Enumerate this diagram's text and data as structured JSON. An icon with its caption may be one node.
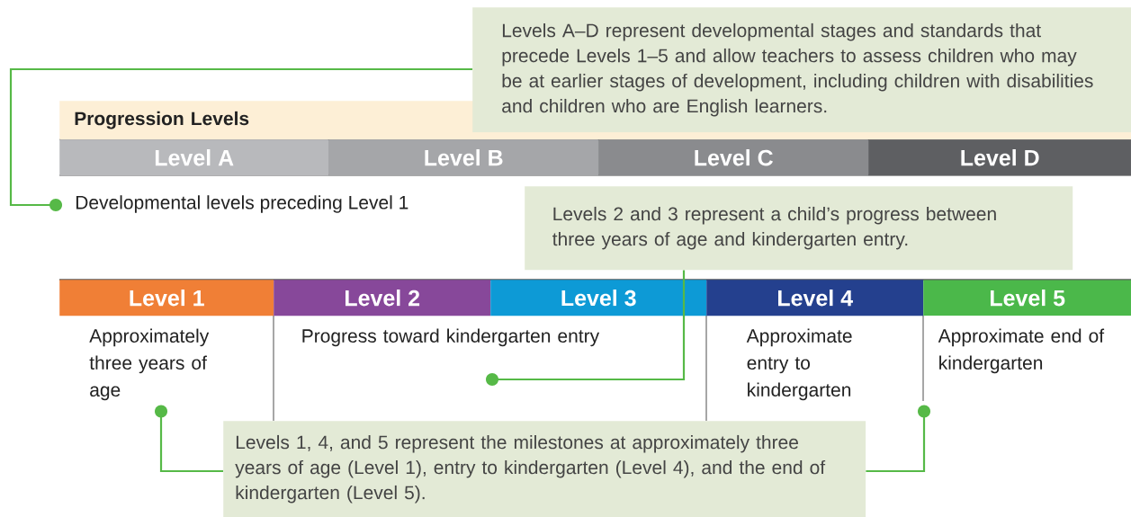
{
  "diagram": {
    "nodes": [
      {
        "text": [
          "Progression Levels"
        ]
      },
      {
        "text": [
          "Level A"
        ]
      },
      {
        "text": [
          "Level B"
        ]
      },
      {
        "text": [
          "Level C"
        ]
      },
      {
        "text": [
          "Level D"
        ]
      },
      {
        "text": [
          "Developmental levels preceding Level 1"
        ]
      },
      {
        "text": [
          "Levels A–D represent developmental stages and standards that precede Levels 1–5 and allow teachers to assess children who may be at earlier stages of development, including children with disabilities and children who are English learners."
        ]
      },
      {
        "text": [
          "Levels 2 and 3 represent a child’s progress between three years of age and kindergarten entry."
        ]
      },
      {
        "text": [
          "Level 1"
        ]
      },
      {
        "text": [
          "Level 2"
        ]
      },
      {
        "text": [
          "Level 3"
        ]
      },
      {
        "text": [
          "Level 4"
        ]
      },
      {
        "text": [
          "Level 5"
        ]
      },
      {
        "text": [
          "Approximately three years of age"
        ]
      },
      {
        "text": [
          "Progress toward kindergarten entry"
        ]
      },
      {
        "text": [
          "Approximate entry to kindergarten"
        ]
      },
      {
        "text": [
          "Approximate end of kindergarten"
        ]
      },
      {
        "text": [
          "Levels 1, 4, and 5 represent the milestones at approximately three years of age (Level 1), entry to kindergarten (Level 4), and the end of kindergarten (Level 5)."
        ]
      }
    ],
    "edges": [
      {
        "from": 6,
        "to": 5,
        "arrow": "other"
      },
      {
        "from": 7,
        "to": 14,
        "arrow": "other"
      },
      {
        "from": 17,
        "to": 13,
        "arrow": "other"
      },
      {
        "from": 17,
        "to": 16,
        "arrow": "other"
      }
    ]
  }
}
